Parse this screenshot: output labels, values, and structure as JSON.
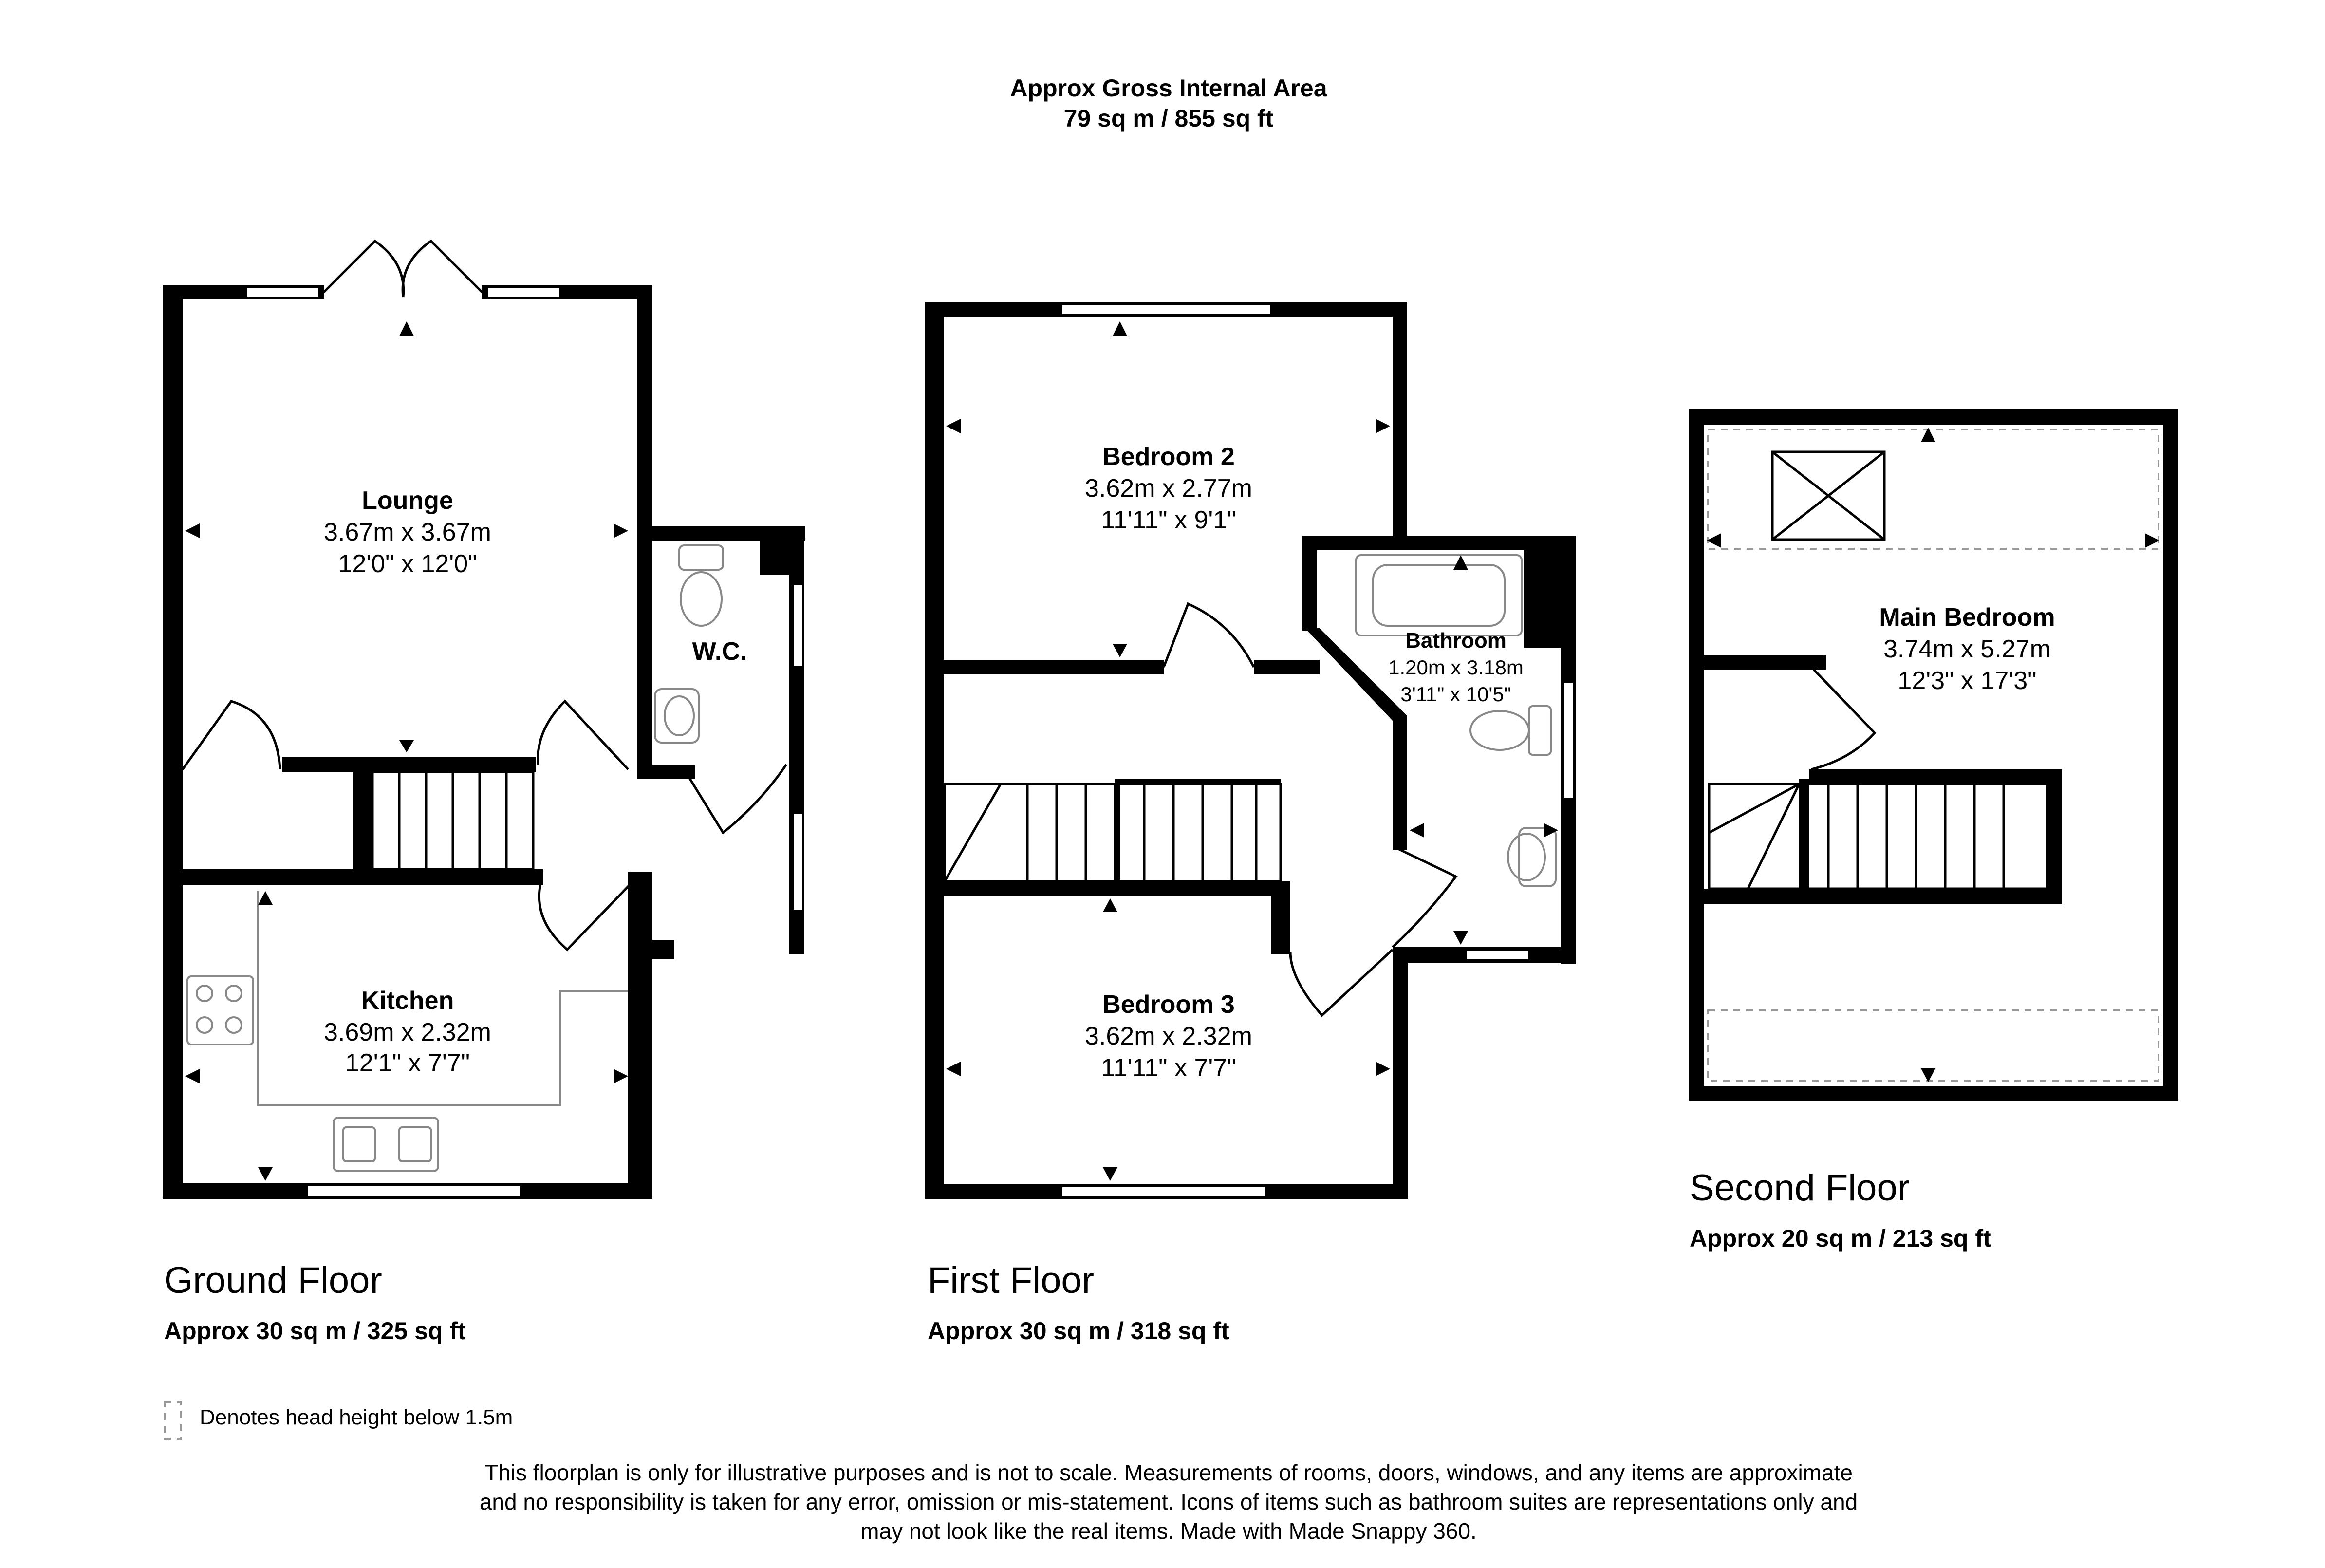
{
  "header": {
    "line1": "Approx Gross Internal Area",
    "line2": "79 sq m / 855 sq ft"
  },
  "floors": [
    {
      "title": "Ground Floor",
      "area": "Approx 30 sq m / 325 sq ft",
      "rooms": [
        {
          "name": "Lounge",
          "metric": "3.67m x 3.67m",
          "imperial": "12'0\" x 12'0\""
        },
        {
          "name": "Kitchen",
          "metric": "3.69m x 2.32m",
          "imperial": "12'1\" x 7'7\""
        },
        {
          "name": "W.C.",
          "metric": "",
          "imperial": ""
        }
      ]
    },
    {
      "title": "First Floor",
      "area": "Approx 30 sq m / 318 sq ft",
      "rooms": [
        {
          "name": "Bedroom 2",
          "metric": "3.62m x 2.77m",
          "imperial": "11'11\" x 9'1\""
        },
        {
          "name": "Bedroom 3",
          "metric": "3.62m x 2.32m",
          "imperial": "11'11\" x 7'7\""
        },
        {
          "name": "Bathroom",
          "metric": "1.20m x 3.18m",
          "imperial": "3'11\" x 10'5\""
        }
      ]
    },
    {
      "title": "Second Floor",
      "area": "Approx 20 sq m / 213 sq ft",
      "rooms": [
        {
          "name": "Main Bedroom",
          "metric": "3.74m x 5.27m",
          "imperial": "12'3\" x 17'3\""
        }
      ]
    }
  ],
  "legend": {
    "text": "Denotes head height below 1.5m"
  },
  "disclaimer": {
    "line1": "This floorplan is only for illustrative purposes and is not to scale. Measurements of rooms, doors, windows, and any items are approximate",
    "line2": "and no responsibility is taken for any error, omission or mis-statement. Icons of items such as bathroom suites are representations only and",
    "line3": "may not look like the real items. Made with Made Snappy 360."
  }
}
